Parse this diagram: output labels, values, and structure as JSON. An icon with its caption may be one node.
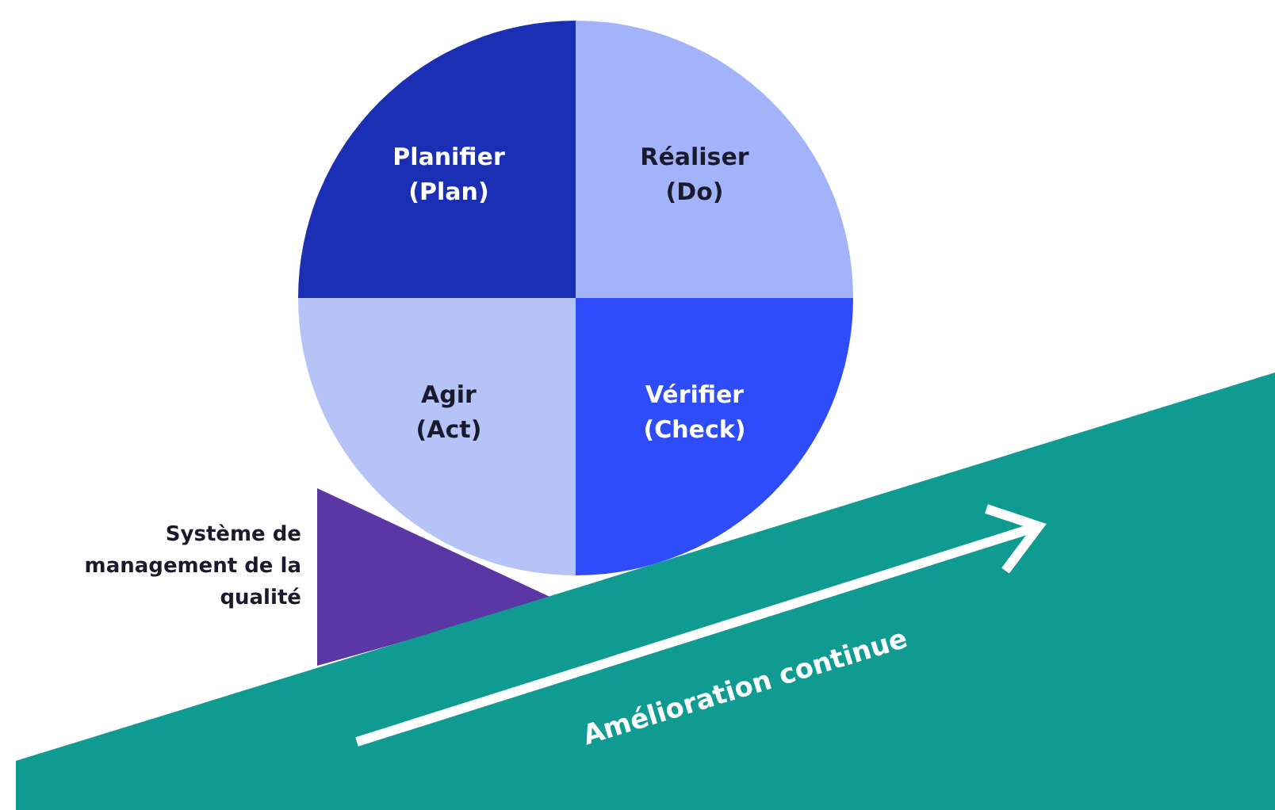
{
  "diagram": {
    "nodes": [
      {
        "text": [
          "Planifier (Plan)"
        ]
      },
      {
        "text": [
          "Réaliser (Do)"
        ]
      },
      {
        "text": [
          "Agir (Act)"
        ]
      },
      {
        "text": [
          "Vérifier (Check)"
        ]
      },
      {
        "text": [],
        "shape": "triangle"
      },
      {
        "text": [
          "Amélioration continue"
        ]
      }
    ],
    "labels": [
      "Système de management de la qualité"
    ]
  }
}
